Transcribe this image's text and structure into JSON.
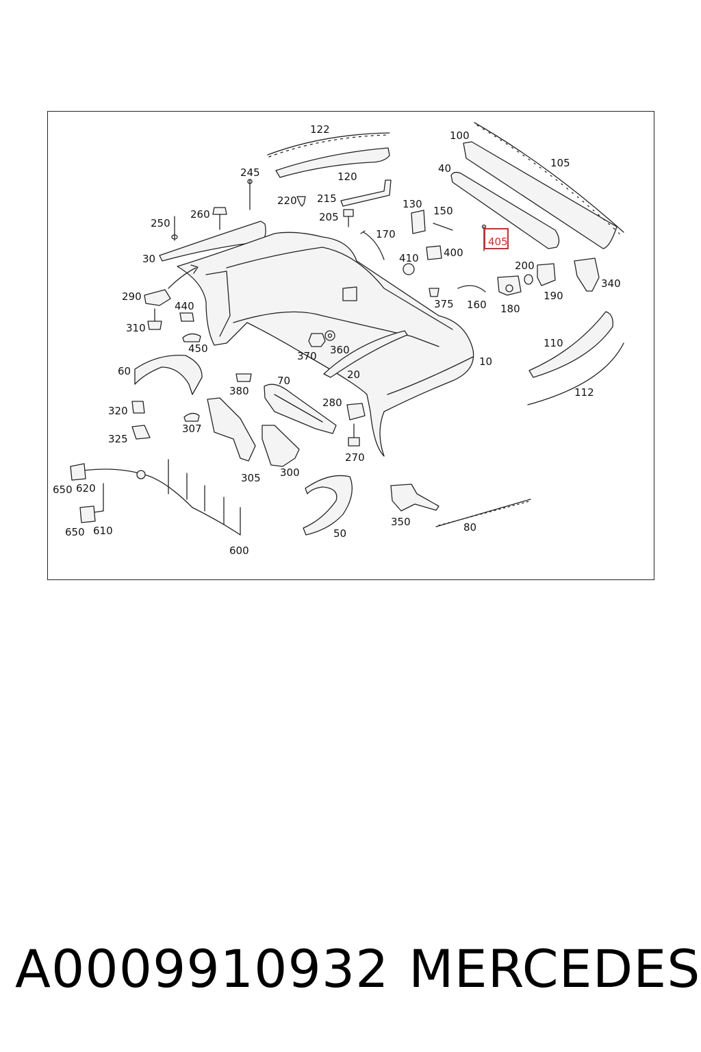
{
  "callouts": {
    "c10": "10",
    "c20": "20",
    "c30": "30",
    "c40": "40",
    "c50": "50",
    "c60": "60",
    "c70": "70",
    "c80": "80",
    "c100": "100",
    "c105": "105",
    "c110": "110",
    "c112": "112",
    "c120": "120",
    "c122": "122",
    "c130": "130",
    "c150": "150",
    "c160": "160",
    "c170": "170",
    "c180": "180",
    "c190": "190",
    "c200": "200",
    "c205": "205",
    "c215": "215",
    "c220": "220",
    "c245": "245",
    "c250": "250",
    "c260": "260",
    "c270": "270",
    "c280": "280",
    "c290": "290",
    "c300": "300",
    "c305": "305",
    "c307": "307",
    "c310": "310",
    "c320": "320",
    "c325": "325",
    "c340": "340",
    "c350": "350",
    "c360": "360",
    "c370": "370",
    "c375": "375",
    "c380": "380",
    "c400": "400",
    "c405": "405",
    "c410": "410",
    "c440": "440",
    "c450": "450",
    "c600": "600",
    "c610": "610",
    "c620": "620",
    "c650a": "650",
    "c650b": "650"
  },
  "highlight": {
    "color": "#d9262c"
  },
  "footer": {
    "part_number": "A0009910932",
    "brand": "MERCEDES"
  }
}
